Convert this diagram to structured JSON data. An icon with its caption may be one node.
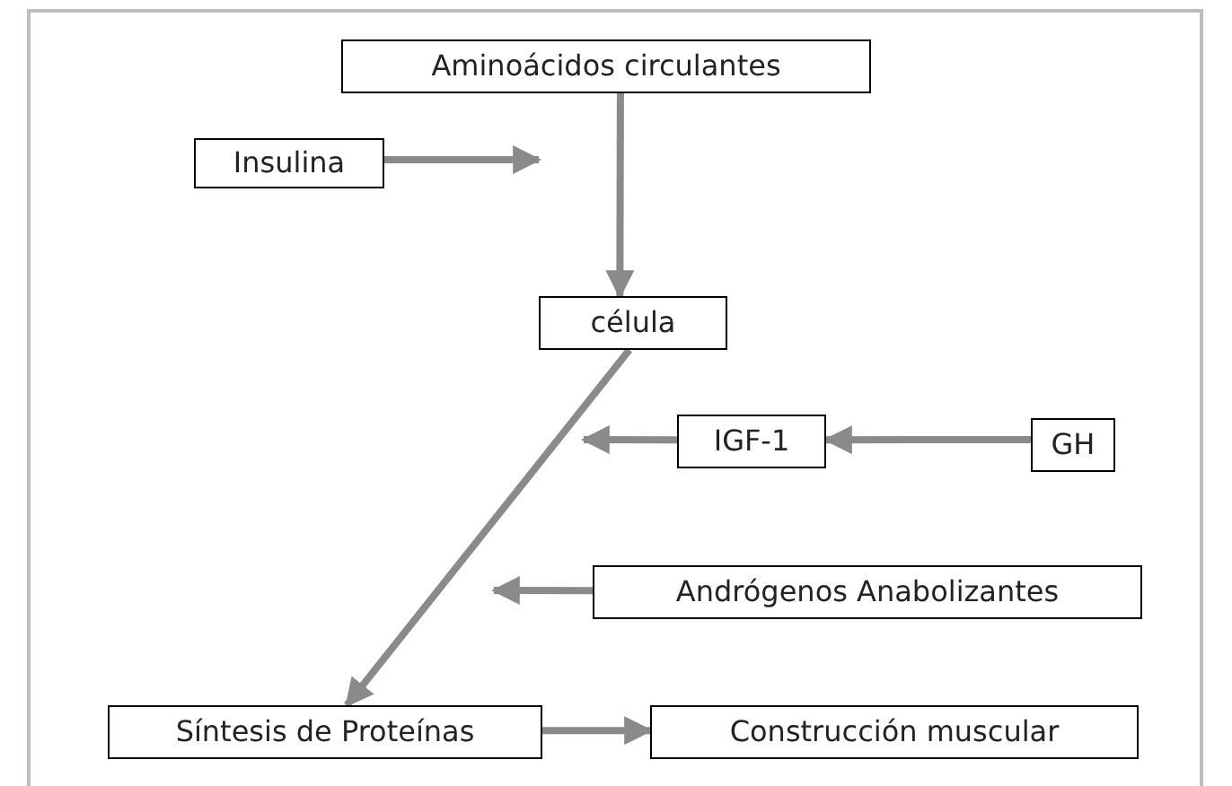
{
  "diagram": {
    "nodes": [
      {
        "text": [
          "Aminoácidos circulantes"
        ]
      },
      {
        "text": [
          "Insulina"
        ]
      },
      {
        "text": [
          "célula"
        ]
      },
      {
        "text": [
          "IGF-1"
        ]
      },
      {
        "text": [
          "GH"
        ]
      },
      {
        "text": [
          "Andrógenos Anabolizantes"
        ]
      },
      {
        "text": [
          "Síntesis de Proteínas"
        ]
      },
      {
        "text": [
          "Construcción muscular"
        ]
      }
    ],
    "edges": [
      {
        "from": 0,
        "to": 2,
        "arrow": "to"
      },
      {
        "from": 1,
        "to": null,
        "arrow": "to"
      },
      {
        "from": 2,
        "to": 6,
        "arrow": "to"
      },
      {
        "from": 4,
        "to": 3,
        "arrow": "to"
      },
      {
        "from": 3,
        "to": null,
        "arrow": "to"
      },
      {
        "from": 5,
        "to": null,
        "arrow": "to"
      },
      {
        "from": 6,
        "to": 7,
        "arrow": "to"
      }
    ]
  }
}
